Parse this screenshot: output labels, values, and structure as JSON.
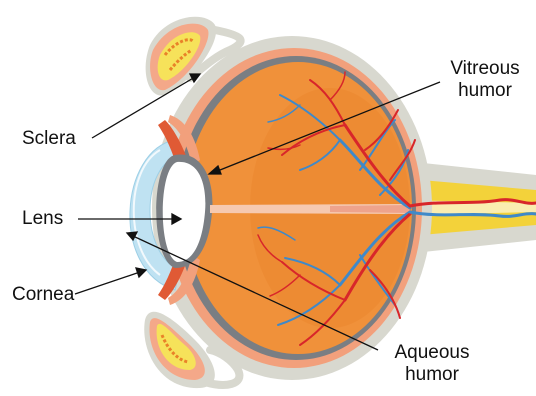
{
  "labels": {
    "vitreous_line1": "Vitreous",
    "vitreous_line2": "humor",
    "sclera": "Sclera",
    "lens": "Lens",
    "cornea": "Cornea",
    "aqueous_line1": "Aqueous",
    "aqueous_line2": "humor"
  },
  "colors": {
    "vitreous": "#f0913a",
    "vitreous_shade": "#e98228",
    "sclera_outer": "#d8d8cf",
    "choroid": "#f2a07c",
    "retina": "#7a7e83",
    "cornea": "#bfe2f2",
    "lens": "#ffffff",
    "artery": "#d8262a",
    "vein": "#3f89c9",
    "nerve": "#f3d23a",
    "eyelid": "#f4a889",
    "eyelid_fat": "#f6e25a",
    "pointer": "#111111"
  }
}
